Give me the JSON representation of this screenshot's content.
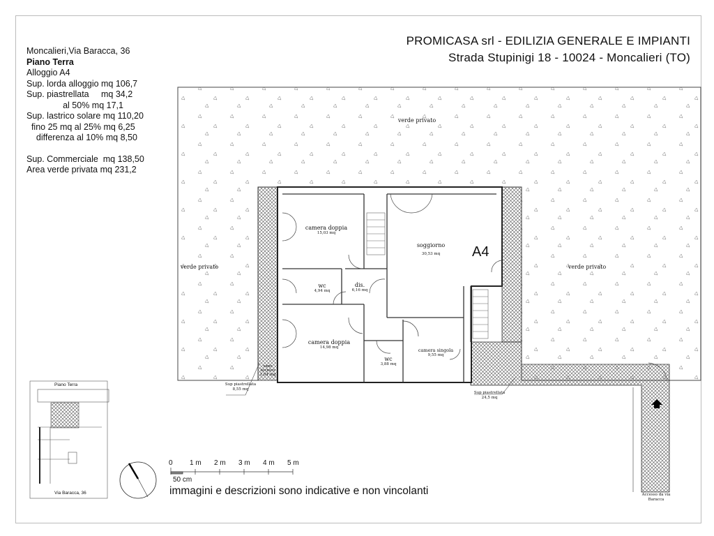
{
  "header": {
    "company": "PROMICASA srl - EDILIZIA GENERALE E IMPIANTI",
    "address": "Strada Stupinigi 18 - 10024 - Moncalieri (TO)"
  },
  "info": {
    "location": "Moncalieri,Via Baracca, 36",
    "floor": "Piano Terra",
    "unit": "Alloggio A4",
    "lines": [
      "Sup. lorda alloggio mq 106,7",
      "Sup. piastrellata     mq 34,2",
      "               al 50% mq 17,1",
      "Sup. lastrico solare mq 110,20",
      "  fino 25 mq al 25% mq 6,25",
      "    differenza al 10% mq 8,50",
      "",
      "Sup. Commerciale  mq 138,50",
      "Area verde privata mq 231,2"
    ]
  },
  "plan": {
    "unit_label": "A4",
    "garden_labels": [
      "verde privato",
      "verde privato",
      "verde privato"
    ],
    "rooms": [
      {
        "name": "camera doppia",
        "area": "15,03 mq"
      },
      {
        "name": "soggiorno",
        "area": "30,53 mq"
      },
      {
        "name": "wc",
        "area": "4,94 mq"
      },
      {
        "name": "dis.",
        "area": "6,16 mq"
      },
      {
        "name": "camera doppia",
        "area": "14,98 mq"
      },
      {
        "name": "wc",
        "area": "3,88 mq"
      },
      {
        "name": "camera singola",
        "area": "9,55 mq"
      }
    ],
    "vano_tecnico": [
      "vano",
      "tecnico",
      "1,04 mq"
    ],
    "tiled_left": [
      "Sup piastrellata",
      "8,55 mq"
    ],
    "tiled_right": [
      "Sup piastrellata",
      "24,5 mq"
    ],
    "access": [
      "Accesso da via",
      "Baracca"
    ]
  },
  "keyplan": {
    "title": "Piano Terra",
    "street": "Via Baracca, 36"
  },
  "scale": {
    "ticks": [
      "0",
      "1 m",
      "2 m",
      "3 m",
      "4 m",
      "5 m"
    ],
    "sub": "50 cm"
  },
  "disclaimer": "immagini e descrizioni sono indicative e non vincolanti"
}
